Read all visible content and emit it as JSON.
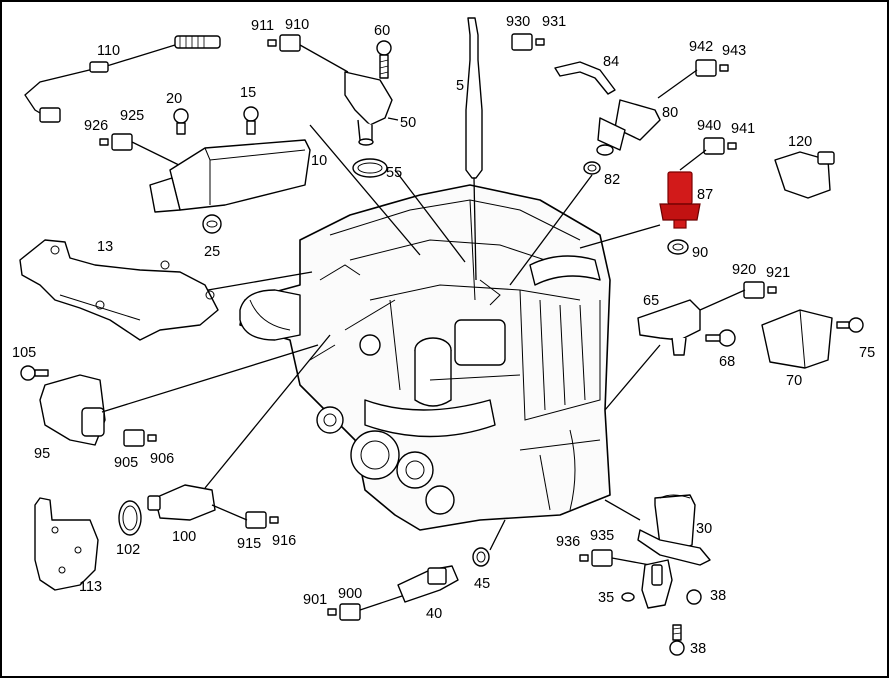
{
  "labels": {
    "l110": "110",
    "l911": "911",
    "l910": "910",
    "l60": "60",
    "l930": "930",
    "l931": "931",
    "l942": "942",
    "l943": "943",
    "l84": "84",
    "l5": "5",
    "l80": "80",
    "l926": "926",
    "l925": "925",
    "l20": "20",
    "l15": "15",
    "l50": "50",
    "l940": "940",
    "l941": "941",
    "l120": "120",
    "l10": "10",
    "l55": "55",
    "l82": "82",
    "l87": "87",
    "l25": "25",
    "l90": "90",
    "l13": "13",
    "l920": "920",
    "l921": "921",
    "l65": "65",
    "l105": "105",
    "l68": "68",
    "l75": "75",
    "l70": "70",
    "l95": "95",
    "l905": "905",
    "l906": "906",
    "l100": "100",
    "l102": "102",
    "l915": "915",
    "l916": "916",
    "l30": "30",
    "l936": "936",
    "l935": "935",
    "l113": "113",
    "l901": "901",
    "l900": "900",
    "l45": "45",
    "l35": "35",
    "l38a": "38",
    "l40": "40",
    "l38b": "38"
  },
  "highlight": {
    "part": "87",
    "color": "#d21a1a"
  }
}
